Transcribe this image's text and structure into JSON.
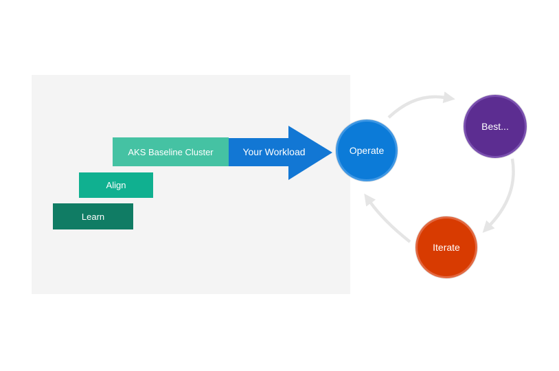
{
  "timeline": {
    "panel_color": "#F4F4F4",
    "bars": [
      {
        "id": "learn",
        "label": "Learn",
        "color": "#107C64"
      },
      {
        "id": "align",
        "label": "Align",
        "color": "#10B090"
      },
      {
        "id": "aks",
        "label": "AKS Baseline Cluster",
        "color": "#45C2A3"
      }
    ],
    "workload_arrow": {
      "label": "Your Workload",
      "color": "#1277D4"
    }
  },
  "cycle": {
    "connector_color": "#E5E5E5",
    "nodes": [
      {
        "id": "operate",
        "label": "Operate",
        "fill": "#0C7BD8",
        "ring": "#3E97E4"
      },
      {
        "id": "best",
        "label": "Best...",
        "fill": "#5C2D91",
        "ring": "#7A50AF"
      },
      {
        "id": "iterate",
        "label": "Iterate",
        "fill": "#D83B01",
        "ring": "#E26840"
      }
    ]
  }
}
